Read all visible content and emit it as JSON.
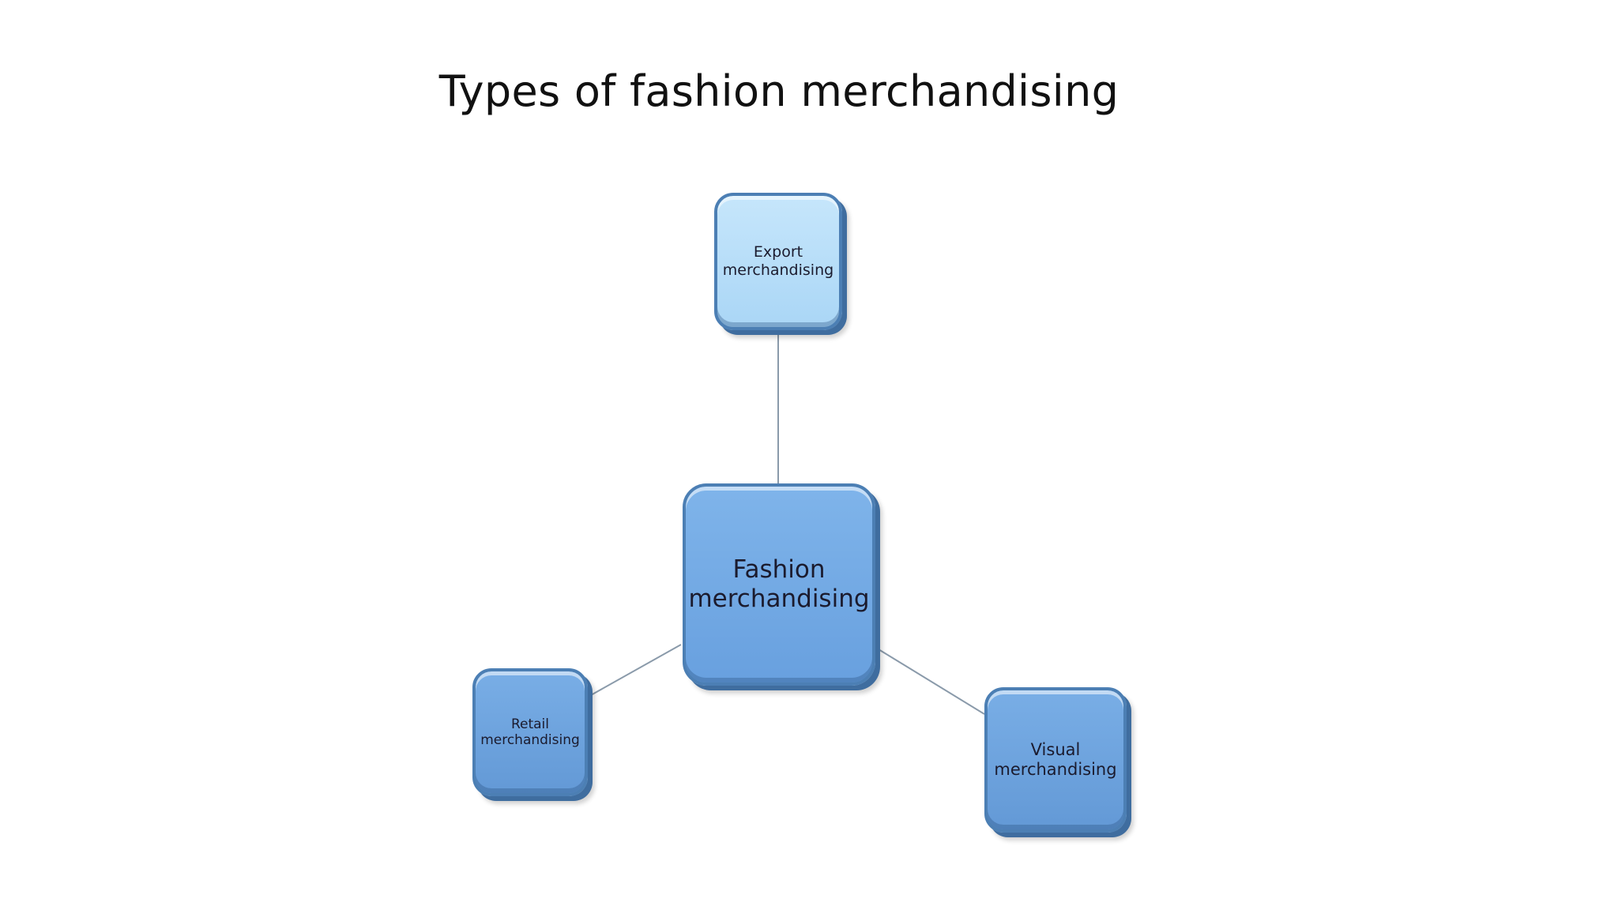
{
  "slide": {
    "title": "Types of fashion merchandising"
  },
  "diagram": {
    "center": {
      "line1": "Fashion",
      "line2": "merchandising"
    },
    "branches": [
      {
        "line1": "Export",
        "line2": "merchandising"
      },
      {
        "line1": "Retail",
        "line2": "merchandising"
      },
      {
        "line1": "Visual",
        "line2": "merchandising"
      }
    ],
    "colors": {
      "center_fill": "#72A9E4",
      "export_fill": "#B8DDF8",
      "branch_fill": "#6EA4DF",
      "border": "#4C7FB4",
      "connector": "#8A9AAA"
    }
  }
}
